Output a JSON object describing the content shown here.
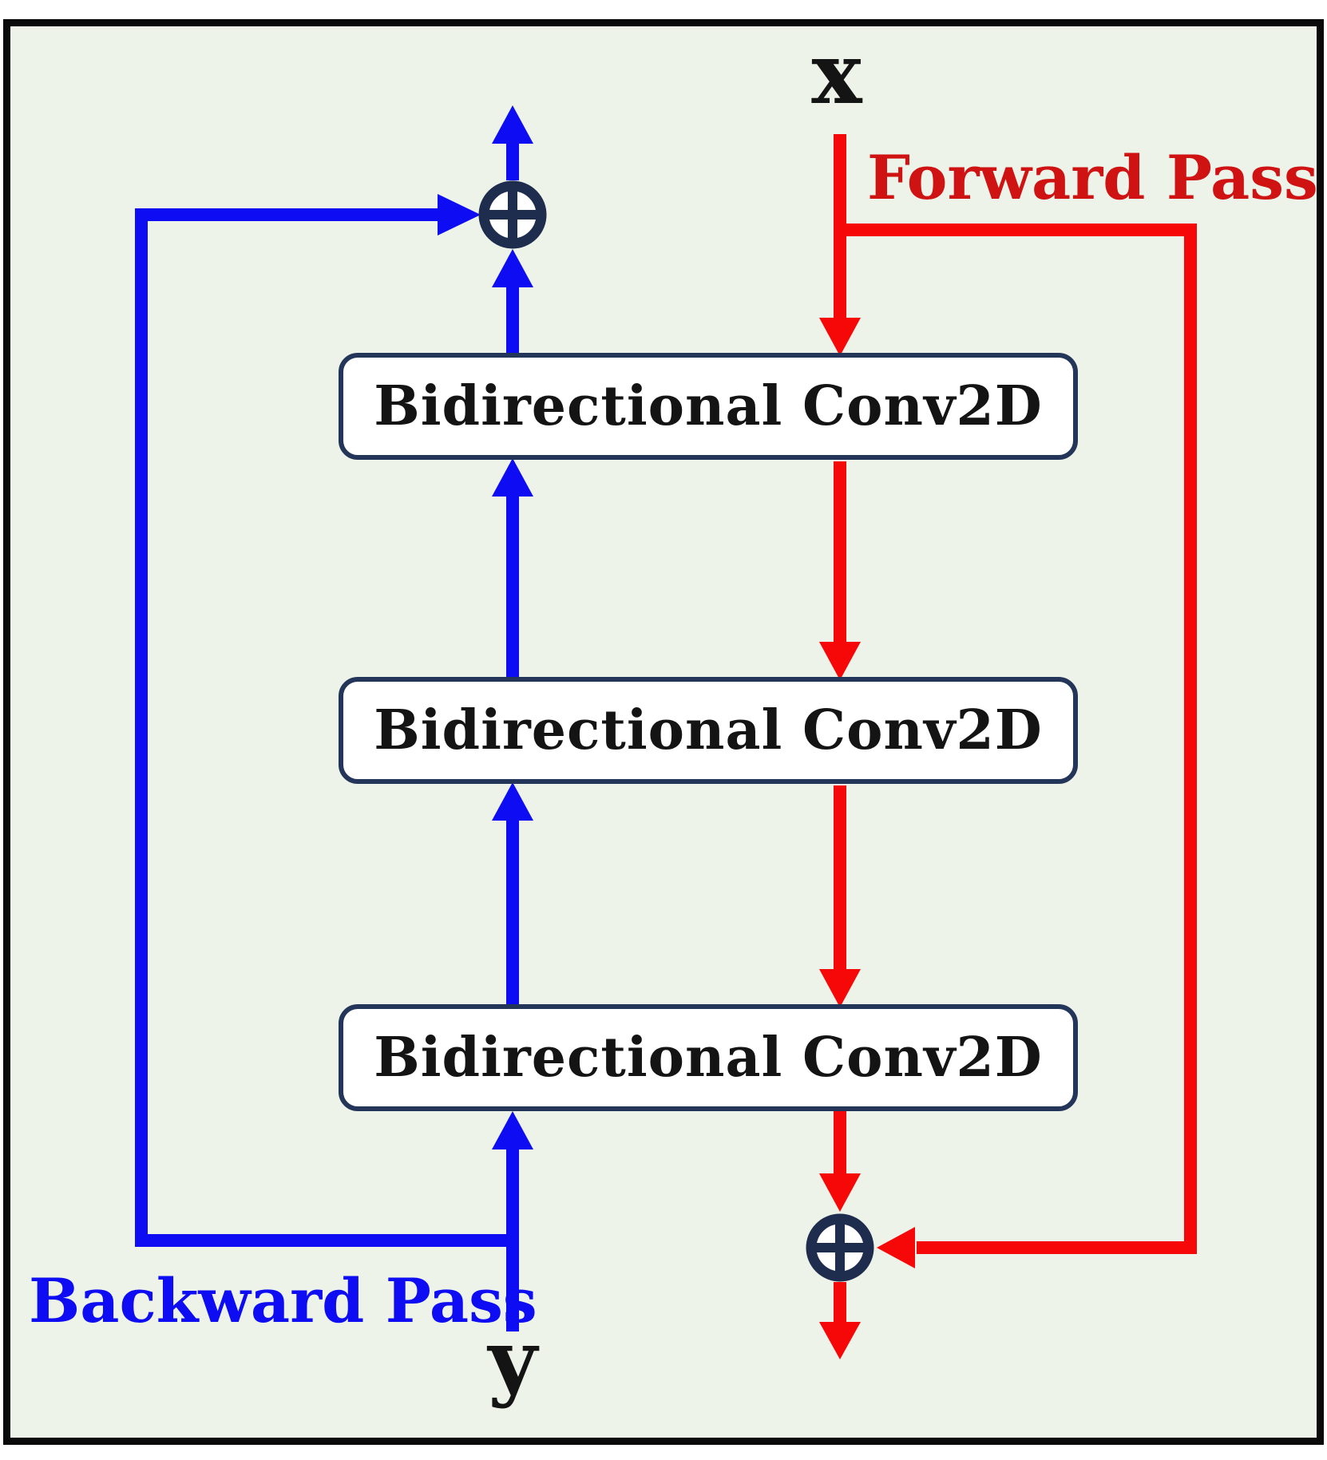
{
  "labels": {
    "input": "x",
    "output": "y",
    "forward": "Forward Pass",
    "backward": "Backward Pass"
  },
  "blocks": [
    {
      "label": "Bidirectional Conv2D"
    },
    {
      "label": "Bidirectional Conv2D"
    },
    {
      "label": "Bidirectional Conv2D"
    }
  ],
  "operators": [
    {
      "name": "sum-top",
      "symbol": "⊕"
    },
    {
      "name": "sum-bottom",
      "symbol": "⊕"
    }
  ],
  "colors": {
    "background": "#edf3e8",
    "frame_black": "#0a0a0a",
    "line_red": "#f70808",
    "text_red": "#cf1313",
    "line_blue": "#0d0cf2",
    "node_navy": "#1e2c4e",
    "box_border": "#24355a",
    "box_fill": "#ffffff",
    "text_black": "#141414"
  }
}
